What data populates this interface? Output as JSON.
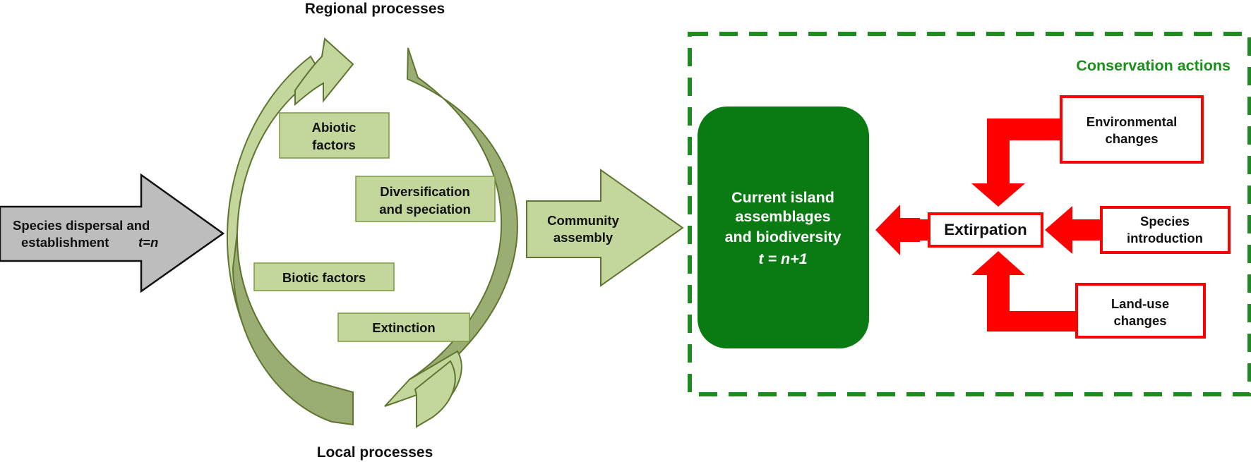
{
  "titles": {
    "regional": "Regional processes",
    "local": "Local processes",
    "conservation": "Conservation actions"
  },
  "dispersal": {
    "line1": "Species dispersal and",
    "line2": "establishment",
    "time": "t=n"
  },
  "factors": {
    "abiotic": [
      "Abiotic",
      "factors"
    ],
    "diversification": [
      "Diversification",
      "and speciation"
    ],
    "biotic": "Biotic factors",
    "extinction": "Extinction"
  },
  "community": [
    "Community",
    "assembly"
  ],
  "assemblages": {
    "lines": [
      "Current island",
      "assemblages",
      "and biodiversity"
    ],
    "time": "t = n+1"
  },
  "extirpation": "Extirpation",
  "drivers": {
    "environmental": [
      "Environmental",
      "changes"
    ],
    "introduction": [
      "Species",
      "introduction"
    ],
    "landuse": [
      "Land-use",
      "changes"
    ]
  },
  "colors": {
    "gray_arrow": "#bdbdbd",
    "light_green": "#c3d69b",
    "dark_olive": "#9aae74",
    "olive_stroke": "#5f7530",
    "forest_green": "#0a7a12",
    "dash_green": "#1f8a1f",
    "conservation_text": "#1a8f1a",
    "red": "#ff0000"
  }
}
